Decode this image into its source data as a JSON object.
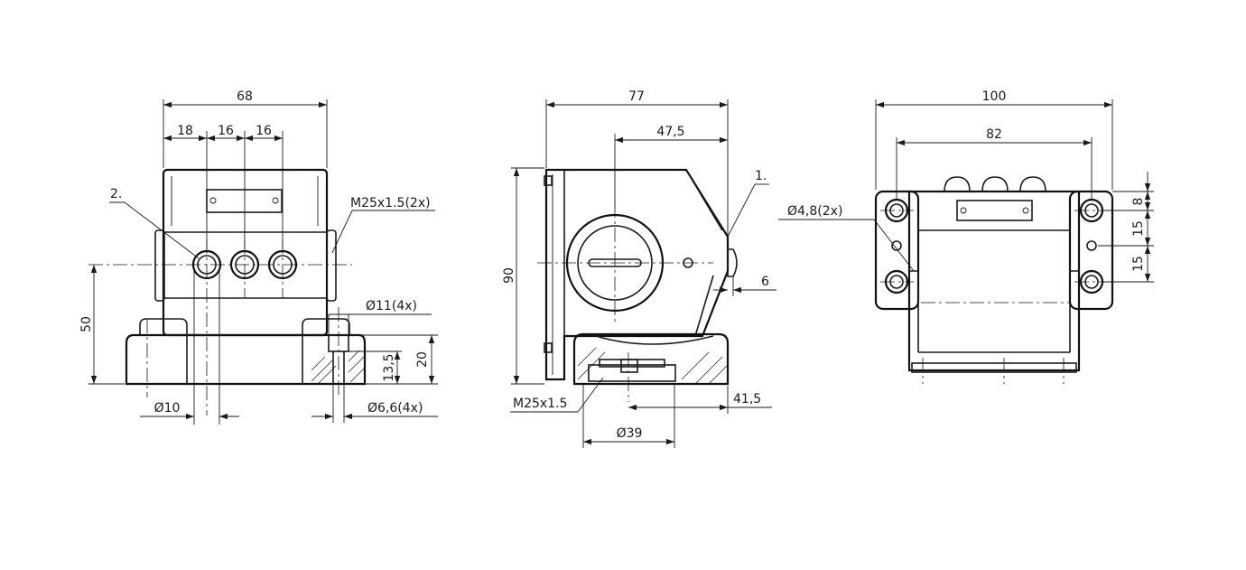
{
  "views": {
    "front": {
      "dims": {
        "overall_width": "68",
        "seg1": "18",
        "seg2": "16",
        "seg3": "16",
        "height": "50",
        "hole": "Ø10",
        "thread": "M25x1.5(2x)",
        "callout": "2.",
        "counterbore": "Ø11(4x)",
        "mount_hole": "Ø6,6(4x)",
        "depth1": "13,5",
        "depth2": "20"
      }
    },
    "side": {
      "dims": {
        "overall_width": "77",
        "offset": "47,5",
        "height": "90",
        "protrusion": "6",
        "callout": "1.",
        "thread": "M25x1.5",
        "base_offset": "41,5",
        "diameter": "Ø39"
      }
    },
    "back": {
      "dims": {
        "overall_width": "100",
        "hole_spacing": "82",
        "holes": "Ø4,8(2x)",
        "v1": "8",
        "v2": "15",
        "v3": "15"
      }
    }
  }
}
